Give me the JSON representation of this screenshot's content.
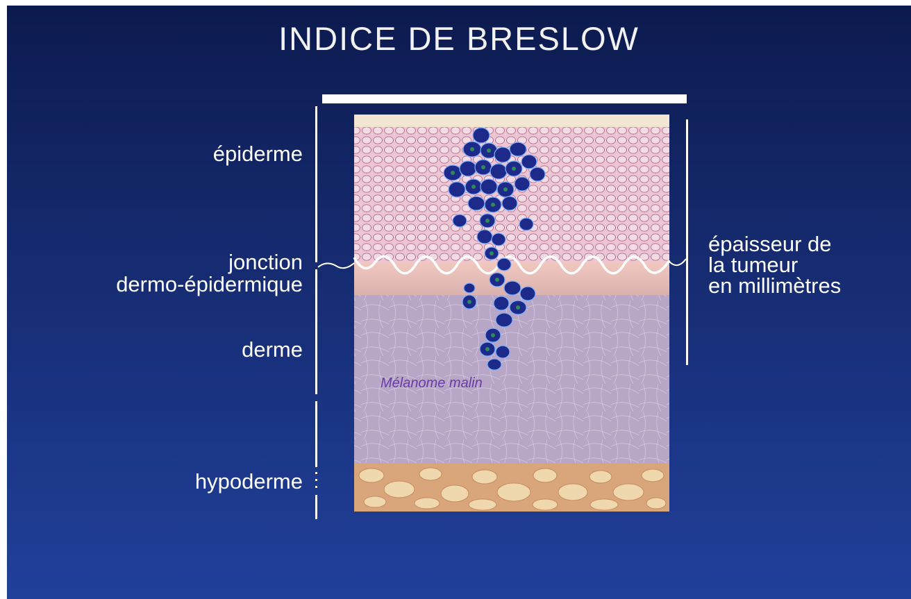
{
  "title": "INDICE DE BRESLOW",
  "labels": {
    "epiderme": "épiderme",
    "jonction_line1": "jonction",
    "jonction_line2": "dermo-épidermique",
    "derme": "derme",
    "hypoderme": "hypoderme",
    "thickness_line1": "épaisseur de",
    "thickness_line2": "la tumeur",
    "thickness_line3": "en millimètres"
  },
  "caption": "Mélanome malin",
  "colors": {
    "background_top": "#0c1a4e",
    "background_bottom": "#21409a",
    "epidermis": "#e7c3cf",
    "dermis": "#b9a8c6",
    "fat": "#e8cfa3",
    "tumor": "#1e2a8a",
    "caption": "#6a3aa8"
  }
}
